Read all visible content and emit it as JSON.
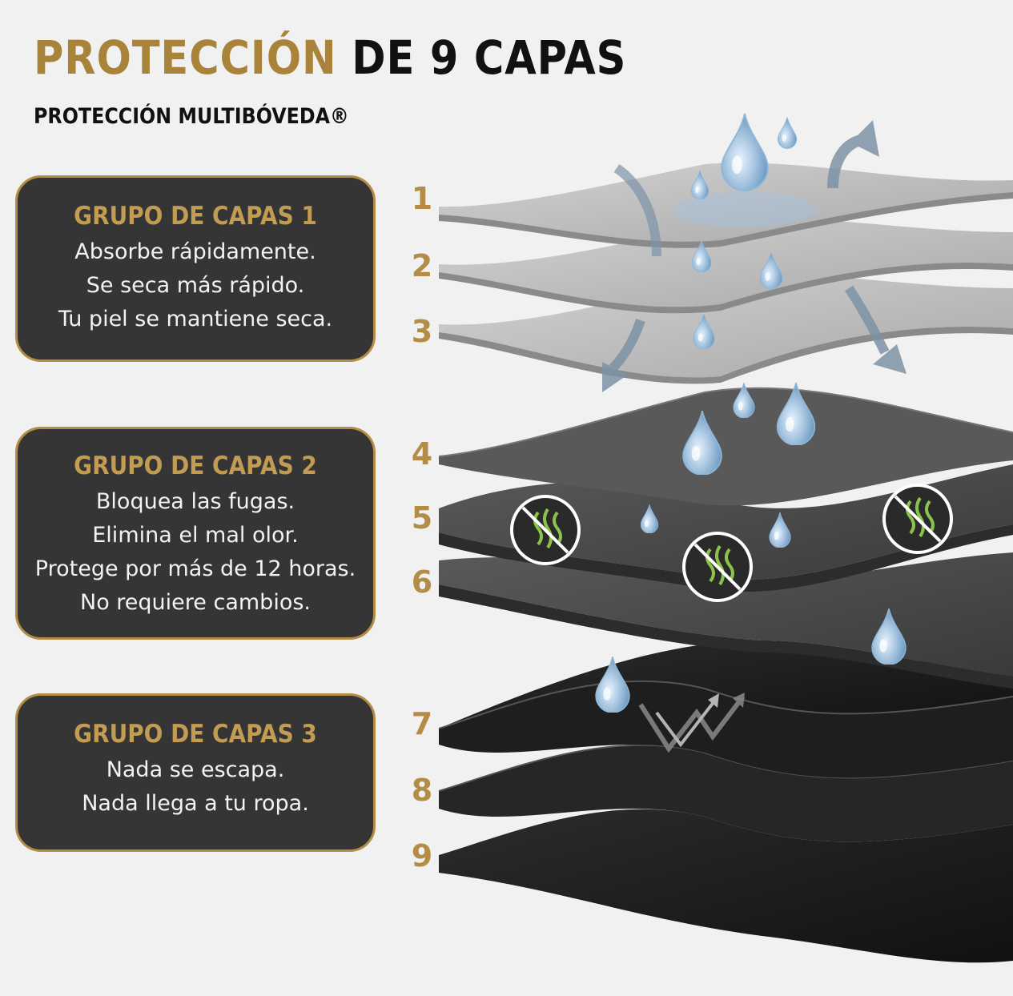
{
  "header": {
    "title_gold": "PROTECCIÓN",
    "title_dark": "DE 9 CAPAS",
    "subtitle": "PROTECCIÓN MULTIBÓVEDA®"
  },
  "groups": [
    {
      "title": "GRUPO DE CAPAS 1",
      "lines": [
        "Absorbe rápidamente.",
        "Se seca más rápido.",
        "Tu piel se mantiene seca."
      ]
    },
    {
      "title": "GRUPO DE CAPAS 2",
      "lines": [
        "Bloquea las fugas.",
        "Elimina el mal olor.",
        "Protege por más de 12 horas.",
        "No requiere cambios."
      ]
    },
    {
      "title": "GRUPO DE CAPAS 3",
      "lines": [
        "Nada se escapa.",
        "Nada llega a tu ropa."
      ]
    }
  ],
  "layer_numbers": [
    "1",
    "2",
    "3",
    "4",
    "5",
    "6",
    "7",
    "8",
    "9"
  ],
  "colors": {
    "gold": "#a9833a",
    "box_bg": "#353535",
    "background": "#f1f1f1",
    "light_layer": "#bdbdbd",
    "dark_layer": "#4a4a4a",
    "black_layer": "#1c1c1c",
    "odor_icon": "#8bc34a"
  },
  "icons": [
    "water-drop-icon",
    "airflow-arrow-icon",
    "no-odor-icon",
    "bounce-arrow-icon"
  ]
}
